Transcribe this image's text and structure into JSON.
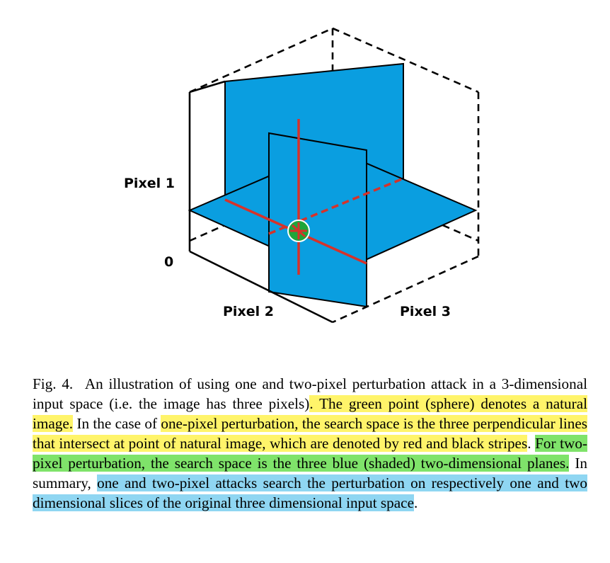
{
  "figure": {
    "axis_labels": {
      "pixel1": "Pixel 1",
      "pixel2": "Pixel 2",
      "pixel3": "Pixel 3",
      "origin": "0"
    },
    "colors": {
      "plane": "#0a9ee0",
      "red_stripe": "#d6322a",
      "point": "#1fa53a",
      "cube_lines": "#000000"
    }
  },
  "caption": {
    "label": "Fig. 4.",
    "text_plain": "An illustration of using one and two-pixel perturbation attack in a 3-dimensional input space (i.e. the image has three pixels)",
    "text_yellow_1": ". The green point (sphere) denotes a natural image.",
    "text_between_1": " In the case of ",
    "text_yellow_2": "one-pixel perturbation",
    "text_yellow_3": ", the search space is the three perpendicular lines that intersect at point of natural image, which are denoted by red and black stripes",
    "text_between_2": ". ",
    "text_green": "For two-pixel perturbation, the search space is the three blue (shaded) two-dimensional planes.",
    "text_between_3": " In summary, ",
    "text_blue": "one and two-pixel attacks search the perturbation on respectively one and two dimensional slices of the original three dimensional input space",
    "text_end": "."
  }
}
